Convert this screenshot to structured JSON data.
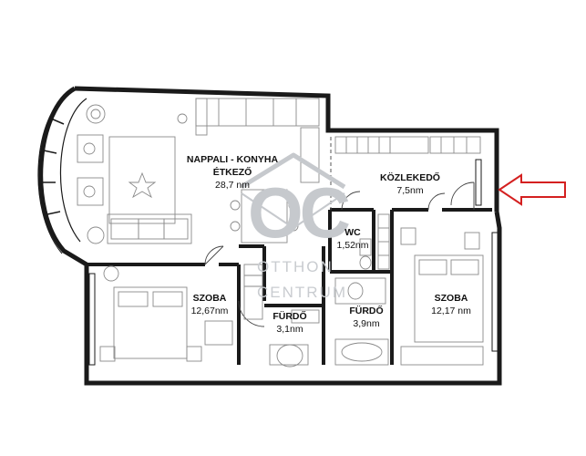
{
  "rooms": [
    {
      "name": "NAPPALI - KONYHA",
      "name2": "ÉTKEZŐ",
      "area": "28,7 nm"
    },
    {
      "name": "KÖZLEKEDŐ",
      "area": "7,5nm"
    },
    {
      "name": "WC",
      "area": "1,52nm"
    },
    {
      "name": "SZOBA",
      "area": "12,67nm"
    },
    {
      "name": "FÜRDŐ",
      "area": "3,1nm"
    },
    {
      "name": "FÜRDŐ",
      "area": "3,9nm"
    },
    {
      "name": "SZOBA",
      "area": "12,17 nm"
    }
  ],
  "watermark": {
    "logo": "OC",
    "line1": "OTTHON",
    "line2": "CENTRUM"
  },
  "colors": {
    "wall": "#1a1a1a",
    "furniture": "#8a8a8a",
    "arrow": "#d42020",
    "watermark": "#c6c9cd"
  },
  "entrance_arrow": {
    "icon": "entrance-arrow-icon",
    "direction": "left"
  }
}
